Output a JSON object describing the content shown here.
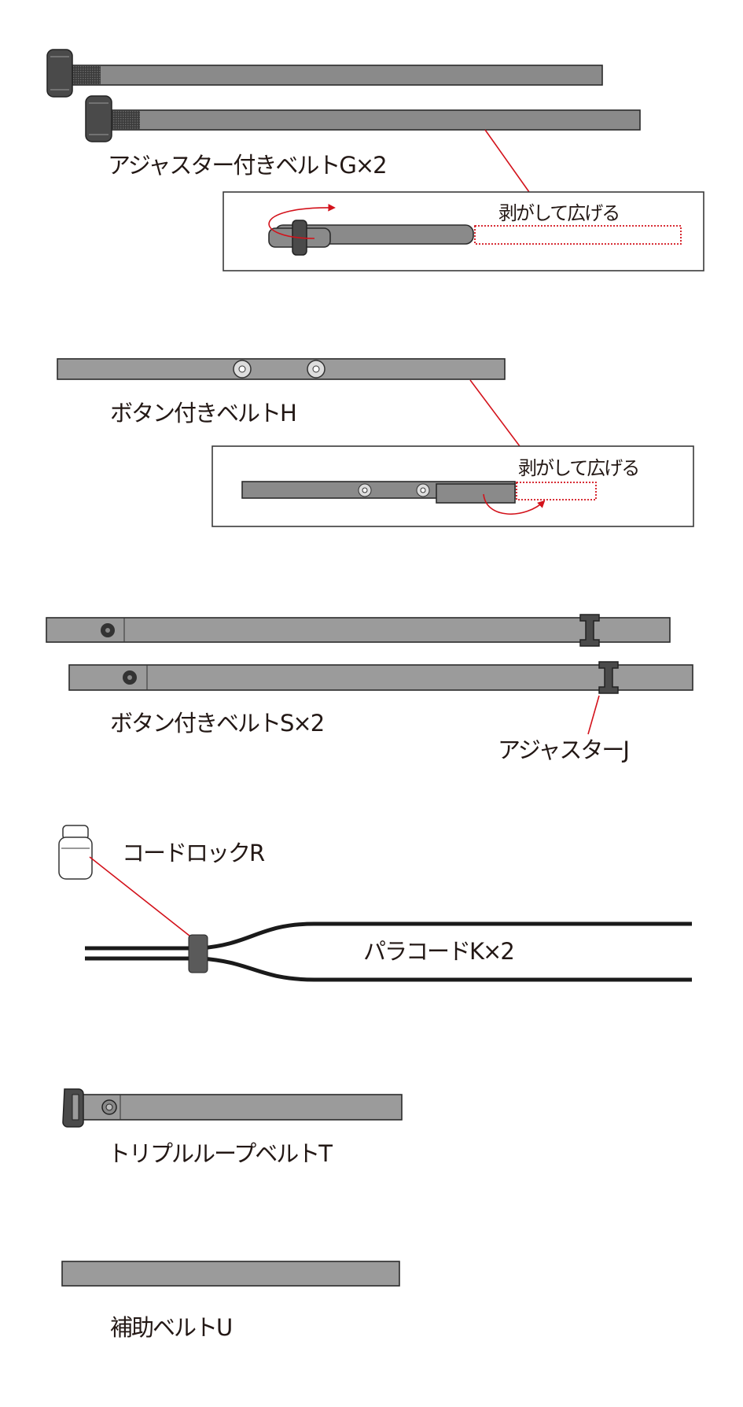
{
  "parts": {
    "belt_g": {
      "label": "アジャスター付きベルトG×2",
      "inset_note": "剥がして広げる"
    },
    "belt_h": {
      "label": "ボタン付きベルトH",
      "inset_note": "剥がして広げる"
    },
    "belt_s": {
      "label": "ボタン付きベルトS×2"
    },
    "adjuster_j": {
      "label": "アジャスターJ"
    },
    "cord_lock_r": {
      "label": "コードロックR"
    },
    "paracord_k": {
      "label": "パラコードK×2"
    },
    "belt_t": {
      "label": "トリプルループベルトT"
    },
    "belt_u": {
      "label": "補助ベルトU"
    }
  },
  "colors": {
    "belt": "#9b9b9b",
    "buckle": "#4a4a4a",
    "callout": "#d3121b"
  }
}
